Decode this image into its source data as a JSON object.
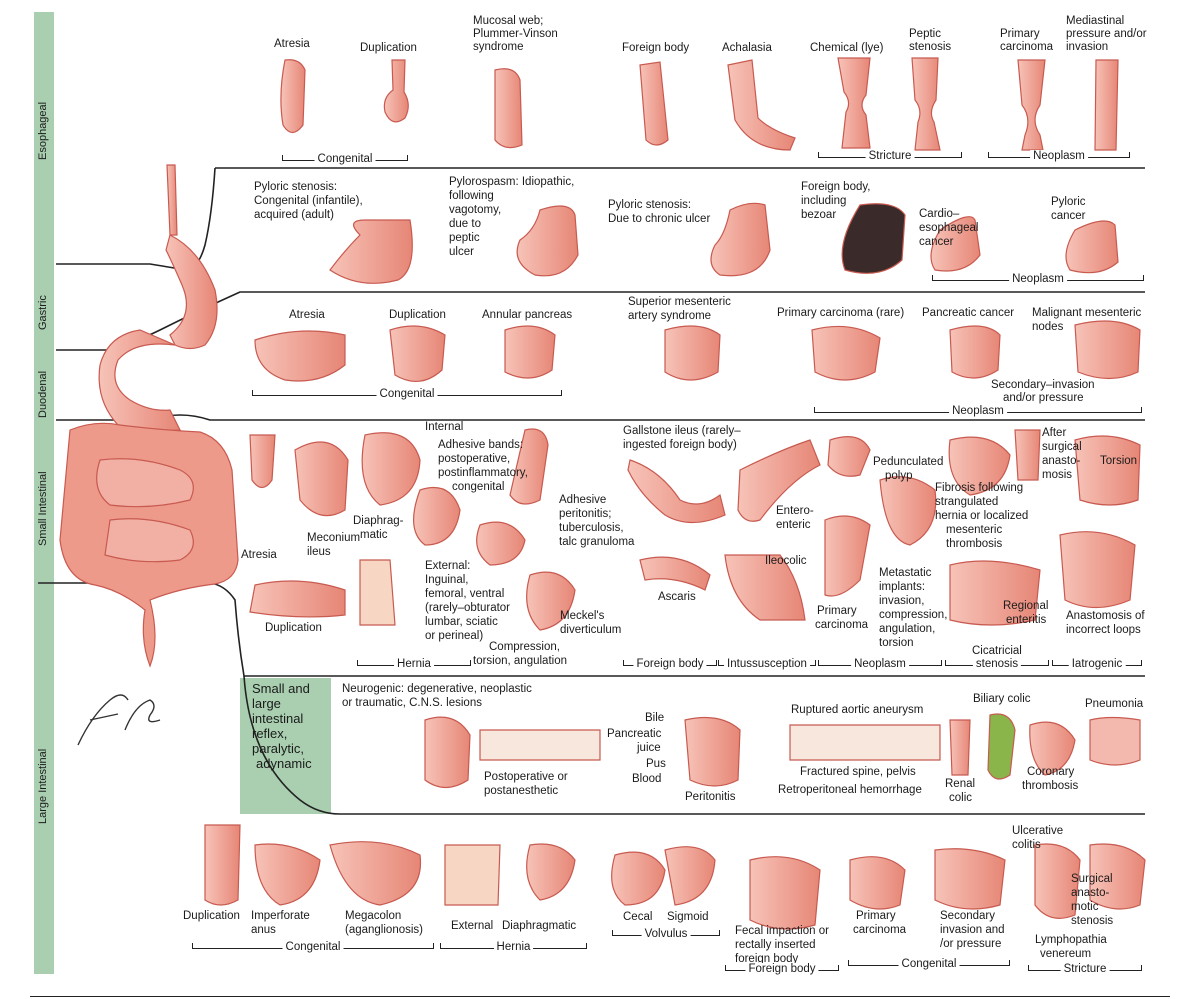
{
  "sidebar": {
    "color": "#a9cfb0",
    "sections": [
      "Esophageal",
      "Gastric",
      "Duodenal",
      "Small Intestinal",
      "Large Intestinal"
    ]
  },
  "signature": "F. Netter M.D.",
  "adynamic": [
    "Small and",
    "large",
    "intestinal",
    "reflex,",
    "paralytic,",
    "adynamic"
  ],
  "colors": {
    "organ_fill": "#f2a79b",
    "organ_stroke": "#c85a50",
    "organ_dark": "#b23b33",
    "mucosa": "#f7d7c4",
    "accent_panel": "#a9cfb0",
    "line": "#222222"
  },
  "esophageal": {
    "labels": [
      "Atresia",
      "Duplication",
      "Mucosal web;",
      "Plummer-Vinson",
      "syndrome",
      "Foreign body",
      "Achalasia",
      "Chemical (lye)",
      "Peptic",
      "stenosis",
      "Primary",
      "carcinoma",
      "Mediastinal",
      "pressure and/or",
      "invasion"
    ],
    "brackets": [
      "Congenital",
      "Stricture",
      "Neoplasm"
    ]
  },
  "gastric": {
    "labels": [
      "Pyloric stenosis:",
      "Congenital (infantile),",
      "acquired (adult)",
      "Pylorospasm: Idiopathic,",
      "following",
      "vagotomy,",
      "due to",
      "peptic",
      "ulcer",
      "Pyloric stenosis:",
      "Due to chronic ulcer",
      "Foreign body,",
      "including",
      "bezoar",
      "Cardio–",
      "esophageal",
      "cancer",
      "Pyloric",
      "cancer"
    ],
    "brackets": [
      "Neoplasm"
    ]
  },
  "duodenal": {
    "labels": [
      "Atresia",
      "Duplication",
      "Annular pancreas",
      "Superior mesenteric",
      "artery syndrome",
      "Primary carcinoma (rare)",
      "Pancreatic cancer",
      "Malignant mesenteric",
      "nodes",
      "Secondary–invasion",
      "and/or pressure"
    ],
    "brackets": [
      "Congenital",
      "Neoplasm"
    ]
  },
  "small": {
    "labels": [
      "Atresia",
      "Meconium",
      "ileus",
      "Diaphrag-",
      "matic",
      "Internal",
      "Adhesive bands:",
      "postoperative,",
      "postinflammatory,",
      "congenital",
      "Adhesive",
      "peritonitis;",
      "tuberculosis,",
      "talc granuloma",
      "External:",
      "Inguinal,",
      "femoral, ventral",
      "(rarely–obturator",
      "lumbar, sciatic",
      "or perineal)",
      "Duplication",
      "Meckel's",
      "diverticulum",
      "Compression,",
      "torsion, angulation",
      "Gallstone ileus (rarely–",
      "ingested foreign body)",
      "Ascaris",
      "Entero-",
      "enteric",
      "Ileocolic",
      "Pedunculated",
      "polyp",
      "Primary",
      "carcinoma",
      "Metastatic",
      "implants:",
      "invasion,",
      "compression,",
      "angulation,",
      "torsion",
      "Fibrosis following",
      "strangulated",
      "hernia or localized",
      "mesenteric",
      "thrombosis",
      "After",
      "surgical",
      "anasto-",
      "mosis",
      "Torsion",
      "Regional",
      "enteritis",
      "Anastomosis of",
      "incorrect loops"
    ],
    "brackets": [
      "Hernia",
      "Foreign body",
      "Intussusception",
      "Neoplasm",
      "Cicatricial",
      "stenosis",
      "Iatrogenic"
    ]
  },
  "reflex": {
    "labels": [
      "Neurogenic: degenerative, neoplastic",
      "or traumatic, C.N.S. lesions",
      "Postoperative or",
      "postanesthetic",
      "Bile",
      "Pancreatic",
      "juice",
      "Pus",
      "Blood",
      "Peritonitis",
      "Ruptured aortic aneurysm",
      "Fractured spine, pelvis",
      "Retroperitoneal hemorrhage",
      "Biliary colic",
      "Renal",
      "colic",
      "Coronary",
      "thrombosis",
      "Pneumonia"
    ]
  },
  "large": {
    "labels": [
      "Duplication",
      "Imperforate",
      "anus",
      "Megacolon",
      "(aganglionosis)",
      "External",
      "Diaphragmatic",
      "Cecal",
      "Sigmoid",
      "Fecal impaction or",
      "rectally inserted",
      "foreign body",
      "Primary",
      "carcinoma",
      "Secondary",
      "invasion and",
      "/or pressure",
      "Ulcerative",
      "colitis",
      "Surgical",
      "anasto-",
      "motic",
      "stenosis",
      "Lymphopathia",
      "venereum"
    ],
    "brackets": [
      "Congenital",
      "Hernia",
      "Volvulus",
      "Foreign body",
      "Congenital",
      "Stricture"
    ]
  }
}
